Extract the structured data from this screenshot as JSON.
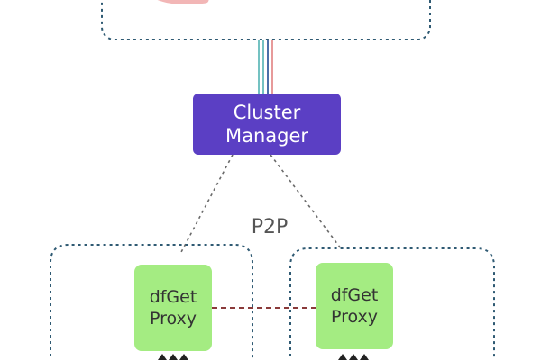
{
  "cluster_manager": {
    "line1": "Cluster",
    "line2": "Manager"
  },
  "p2p_label": "P2P",
  "proxy_left": {
    "line1": "dfGet",
    "line2": "Proxy"
  },
  "proxy_right": {
    "line1": "dfGet",
    "line2": "Proxy"
  },
  "colors": {
    "manager_bg": "#5b3fc4",
    "proxy_bg": "#a4ec82",
    "dashed_border": "#2f5a73",
    "top_shape": "#f2b6b6"
  }
}
